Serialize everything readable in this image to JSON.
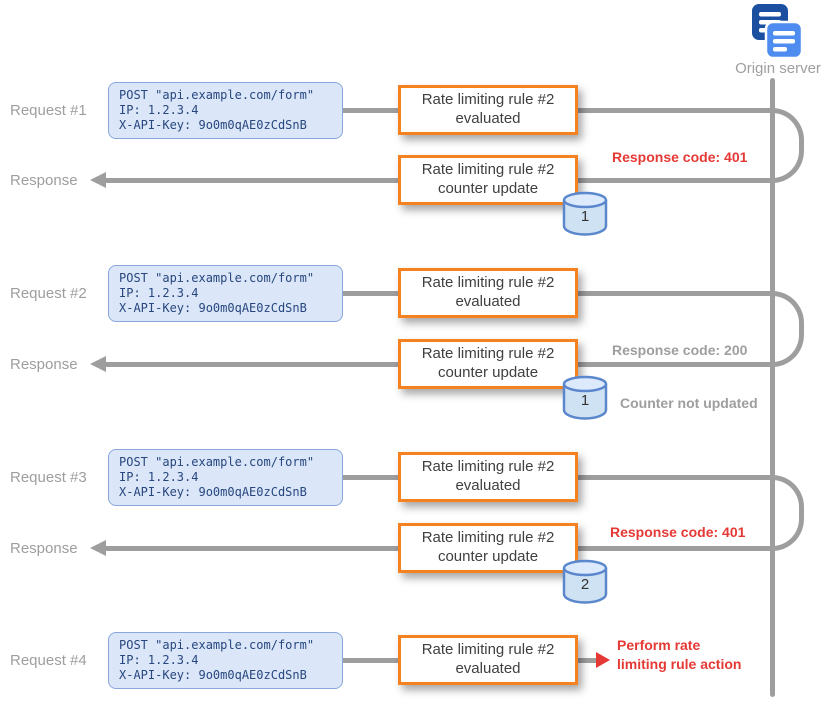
{
  "origin": {
    "label": "Origin server",
    "icon": "stacked-documents-icon"
  },
  "colors": {
    "step_border_orange": "#f6821f",
    "request_box_blue": "#dbe6f9",
    "request_text_blue": "#27477e",
    "annotation_red": "#e53935",
    "muted_gray": "#9e9e9e",
    "cylinder_blue": "#cfe2f3"
  },
  "sequence": {
    "exchanges": [
      {
        "request_label": "Request #1",
        "request": {
          "method_line": "POST \"api.example.com/form\"",
          "ip_line": "IP: 1.2.3.4",
          "api_key_line": "X-API-Key: 9o0m0qAE0zCdSnB"
        },
        "request_step": "Rate limiting rule #2 evaluated",
        "response_label": "Response",
        "response_step": "Rate limiting rule #2 counter update",
        "counter_value": "1",
        "response_code_annotation": "Response code: 401"
      },
      {
        "request_label": "Request #2",
        "request": {
          "method_line": "POST \"api.example.com/form\"",
          "ip_line": "IP: 1.2.3.4",
          "api_key_line": "X-API-Key: 9o0m0qAE0zCdSnB"
        },
        "request_step": "Rate limiting rule #2 evaluated",
        "response_label": "Response",
        "response_step": "Rate limiting rule #2 counter update",
        "counter_value": "1",
        "response_code_annotation": "Response code: 200",
        "counter_note": "Counter not updated"
      },
      {
        "request_label": "Request #3",
        "request": {
          "method_line": "POST \"api.example.com/form\"",
          "ip_line": "IP: 1.2.3.4",
          "api_key_line": "X-API-Key: 9o0m0qAE0zCdSnB"
        },
        "request_step": "Rate limiting rule #2 evaluated",
        "response_label": "Response",
        "response_step": "Rate limiting rule #2 counter update",
        "counter_value": "2",
        "response_code_annotation": "Response code: 401"
      },
      {
        "request_label": "Request #4",
        "request": {
          "method_line": "POST \"api.example.com/form\"",
          "ip_line": "IP: 1.2.3.4",
          "api_key_line": "X-API-Key: 9o0m0qAE0zCdSnB"
        },
        "request_step": "Rate limiting rule #2 evaluated",
        "action_annotation": {
          "line1": "Perform rate",
          "line2": "limiting rule action"
        }
      }
    ]
  }
}
